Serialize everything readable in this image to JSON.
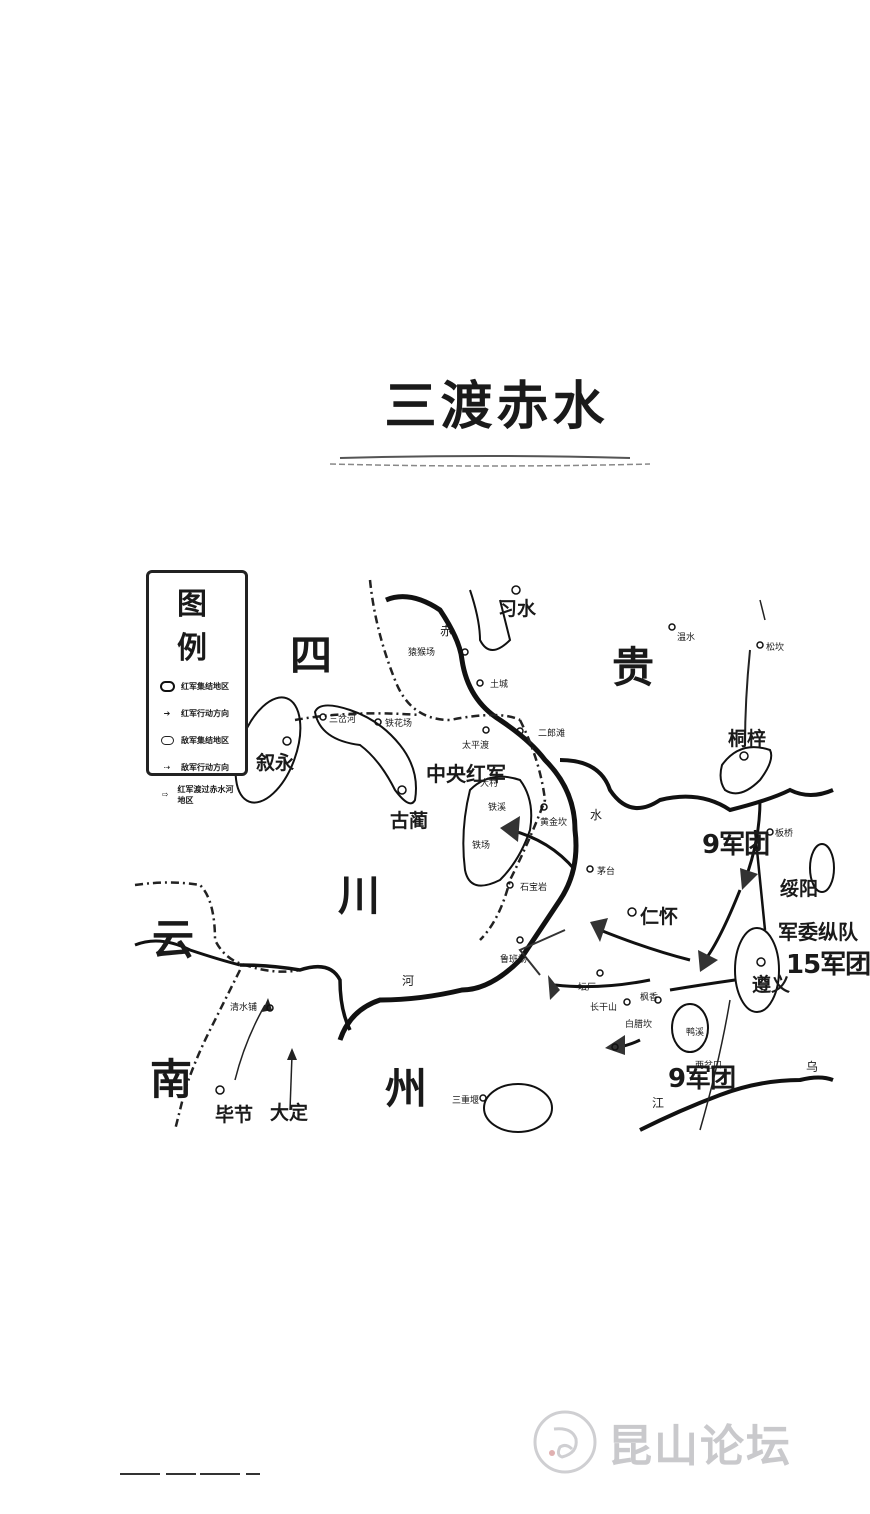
{
  "title": "三渡赤水",
  "legend": {
    "heading": "图 例",
    "items": [
      {
        "icon": "red-army-area-oval",
        "label": "红军集结地区"
      },
      {
        "icon": "red-army-arrow",
        "label": "红军行动方向"
      },
      {
        "icon": "enemy-area-oval",
        "label": "敌军集结地区"
      },
      {
        "icon": "enemy-dashed-arrow",
        "label": "敌军行动方向"
      },
      {
        "icon": "open-arrow",
        "label": "红军渡过赤水河地区"
      }
    ]
  },
  "provinces": {
    "sichuan_1": "四",
    "sichuan_2": "川",
    "guizhou_1": "贵",
    "guizhou_2": "州",
    "yunnan_1": "云",
    "yunnan_2": "南"
  },
  "places": {
    "xishui": "习水",
    "wenshui": "温水",
    "songkan": "松坎",
    "tongzi": "桐梓",
    "xuyong": "叙永",
    "gulin": "古蔺",
    "sandaohe": "三岔河",
    "tiehuachang": "铁花场",
    "taipingdu": "太平渡",
    "erlangtan": "二郎滩",
    "tucheng": "土城",
    "yuanhouchang": "猿猴场",
    "dacun": "大村",
    "tiexi": "铁溪",
    "tiechang": "铁场",
    "huangjinkan": "黄金坎",
    "maotai": "茅台",
    "shibaoye": "石宝岩",
    "lubanchang": "鲁班场",
    "renhuai": "仁怀",
    "tanchang": "坛厂",
    "changganshan": "长干山",
    "zunyi": "遵义",
    "baiyi": "白腊坎",
    "fengyi": "枫香",
    "yaxi": "鸭溪",
    "qingshuipu": "清水铺",
    "bijie": "毕节",
    "dading": "大定",
    "sandang": "三重堰",
    "suiyang": "绥阳",
    "banqiao": "板桥",
    "liangjiakou": "两岔口"
  },
  "units": {
    "main_army": "中央红军",
    "corps9_north": "9军团",
    "corps9_south": "9军团",
    "column": "军委纵队",
    "corps15": "15军团"
  },
  "rivers": {
    "chi": "赤",
    "shui": "水",
    "he": "河",
    "wu": "乌",
    "jiang": "江"
  },
  "watermark": {
    "text": "昆山论坛"
  }
}
